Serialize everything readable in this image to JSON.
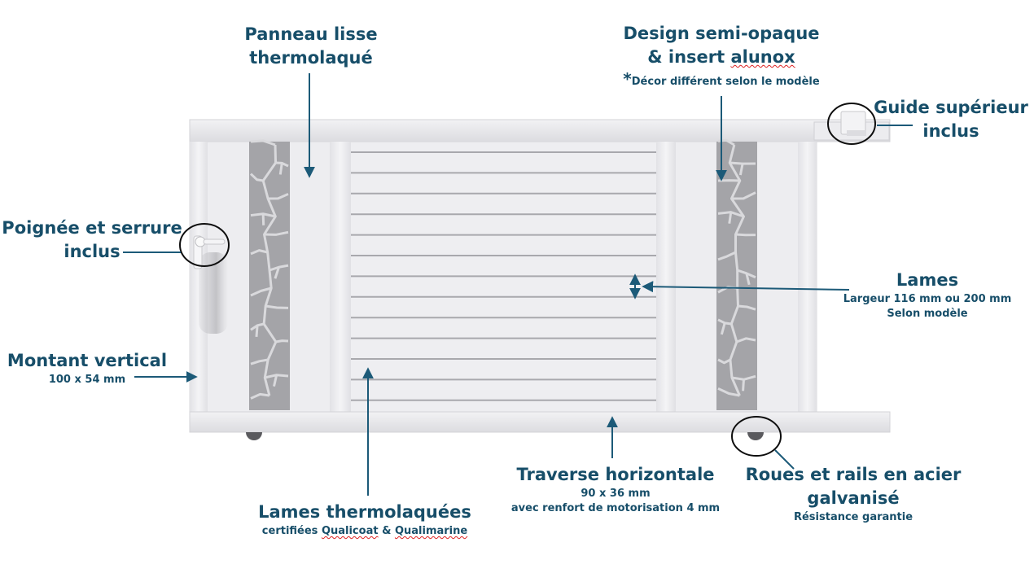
{
  "colors": {
    "label_text": "#174e69",
    "arrow": "#1c5a78",
    "gate_panel": "#ebebee",
    "slat_line": "#a8a8ad",
    "insert": "#a4a4a8",
    "rail": "#e6e6ea"
  },
  "callouts": {
    "panneau": {
      "line1": "Panneau lisse",
      "line2": "thermolaqué"
    },
    "design": {
      "line1": "Design semi-opaque",
      "line2a": "& insert ",
      "line2b": "alunox",
      "note_star": "*",
      "note": "Décor différent selon le modèle"
    },
    "guide": {
      "line1": "Guide supérieur",
      "line2": "inclus"
    },
    "poignee": {
      "line1": "Poignée et serrure",
      "line2": "inclus"
    },
    "lames": {
      "title": "Lames",
      "detail1": "Largeur 116 mm ou 200 mm",
      "detail2": "Selon modèle"
    },
    "montant": {
      "title": "Montant vertical",
      "detail": "100 x 54 mm"
    },
    "traverse": {
      "title": "Traverse horizontale",
      "detail1": "90 x 36 mm",
      "detail2": "avec renfort de motorisation 4 mm"
    },
    "lames_thermo": {
      "title": "Lames thermolaquées",
      "detail_a": "certifiées ",
      "detail_b": "Qualicoat",
      "detail_c": " & ",
      "detail_d": "Qualimarine"
    },
    "roues": {
      "line1": "Roues et rails en acier",
      "line2": "galvanisé",
      "detail": "Résistance garantie"
    }
  }
}
